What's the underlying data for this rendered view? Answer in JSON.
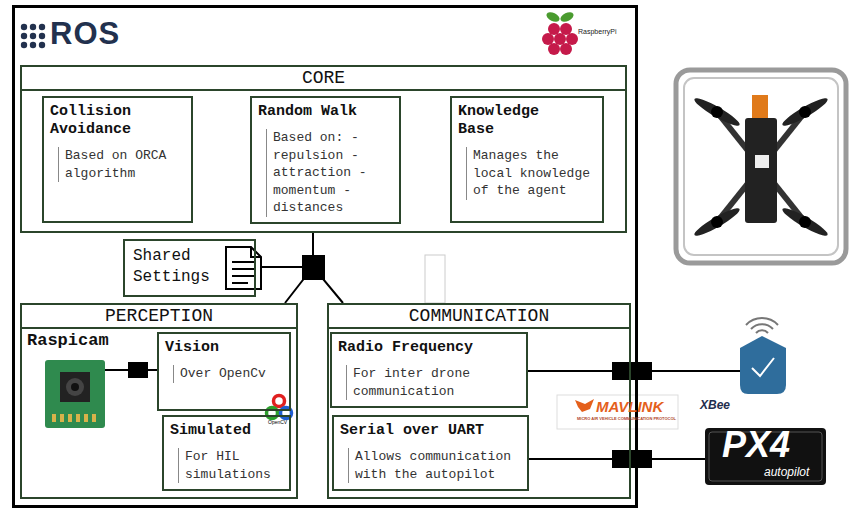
{
  "diagram": {
    "nodes": [
      {
        "text": [
          "ROS"
        ]
      },
      {
        "text": [
          "CORE"
        ],
        "in": 0
      },
      {
        "text": [
          "Collision Avoidance",
          "Based on ORCA algorithm"
        ],
        "in": 1
      },
      {
        "text": [
          "Random Walk",
          "Based on: - repulsion - attraction - momentum - distances"
        ],
        "in": 1
      },
      {
        "text": [
          "Knowledge Base",
          "Manages the local knowledge of the agent"
        ],
        "in": 1
      },
      {
        "text": [
          "Shared Settings"
        ],
        "in": 0
      },
      {
        "text": [
          "PERCEPTION"
        ],
        "in": 0
      },
      {
        "text": [
          "Vision",
          "Over OpenCv"
        ],
        "in": 6
      },
      {
        "text": [
          "Simulated",
          "For HIL simulations"
        ],
        "in": 6
      },
      {
        "text": [
          "COMMUNICATION"
        ],
        "in": 0
      },
      {
        "text": [
          "Radio Frequency",
          "For inter drone communication"
        ],
        "in": 9
      },
      {
        "text": [
          "Serial over UART",
          "Allows communication with the autopilot"
        ],
        "in": 9
      }
    ],
    "edges": [
      {
        "from": 1,
        "to": 5,
        "arrow": "none"
      },
      {
        "from": 1,
        "to": 6,
        "arrow": "none"
      },
      {
        "from": 1,
        "to": 9,
        "arrow": "none"
      }
    ],
    "labels": [
      "RaspberryPi",
      "Raspicam",
      "OpenCV",
      "MAVLINK",
      "MICRO AIR VEHICLE COMMUNICATION PROTOCOL",
      "XBee",
      "PX4",
      "autopilot"
    ]
  }
}
